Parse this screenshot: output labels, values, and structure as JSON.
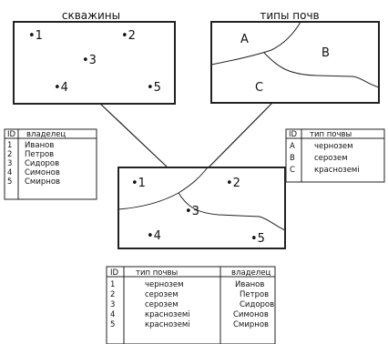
{
  "wells_panel": {
    "title": "скважины",
    "points": [
      {
        "label": "•1"
      },
      {
        "label": "•2"
      },
      {
        "label": "•3"
      },
      {
        "label": "•4"
      },
      {
        "label": "•5"
      }
    ]
  },
  "soils_panel": {
    "title": "типы почв",
    "zones": [
      {
        "label": "A"
      },
      {
        "label": "B"
      },
      {
        "label": "C"
      }
    ]
  },
  "owners_table": {
    "headers": [
      "ID",
      "владелец"
    ],
    "rows": [
      [
        "1",
        "Иванов"
      ],
      [
        "2",
        "Петров"
      ],
      [
        "3",
        "Сидоров"
      ],
      [
        "4",
        "Симонов"
      ],
      [
        "5",
        "Смирнов"
      ]
    ]
  },
  "soil_types_table": {
    "headers": [
      "ID",
      "тип почвы"
    ],
    "rows": [
      [
        "A",
        "чернозем"
      ],
      [
        "B",
        "серозем"
      ],
      [
        "C",
        "красноземі"
      ]
    ]
  },
  "overlay_panel": {
    "points": [
      {
        "label": "•1"
      },
      {
        "label": "•2"
      },
      {
        "label": "•3"
      },
      {
        "label": "•4"
      },
      {
        "label": "•5"
      }
    ]
  },
  "result_table": {
    "headers": [
      "ID",
      "тип почвы",
      "владелец"
    ],
    "rows": [
      [
        "1",
        "чернозем",
        "Иванов"
      ],
      [
        "2",
        "серозем",
        "Петров"
      ],
      [
        "3",
        "серозем",
        "Сидоров"
      ],
      [
        "4",
        "красноземі",
        "Симонов"
      ],
      [
        "5",
        "красноземі",
        "Смирнов"
      ]
    ]
  }
}
